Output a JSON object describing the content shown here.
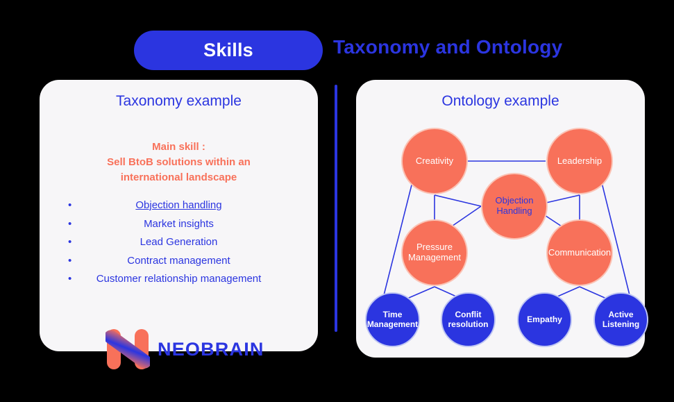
{
  "header": {
    "pill_label": "Skills",
    "title": "Taxonomy and Ontology"
  },
  "colors": {
    "blue": "#2B35E0",
    "salmon": "#F8715A",
    "salmon_ring": "#FBC3B5",
    "blue_ring": "#BFC6F3",
    "panel_bg": "#F7F6F8",
    "page_bg": "#000000",
    "white": "#FFFFFF"
  },
  "left_panel": {
    "title": "Taxonomy example",
    "main_skill_label": "Main skill :",
    "main_skill_line1": "Sell BtoB solutions within an",
    "main_skill_line2": "international landscape",
    "skills": [
      {
        "label": "Objection handling",
        "underlined": true
      },
      {
        "label": "Market insights",
        "underlined": false
      },
      {
        "label": "Lead Generation",
        "underlined": false
      },
      {
        "label": "Contract management",
        "underlined": false
      },
      {
        "label": "Customer relationship management",
        "underlined": false
      }
    ]
  },
  "logo": {
    "wordmark": "NEOBRAIN",
    "mark_name": "neobrain-n-mark"
  },
  "right_panel": {
    "title": "Ontology example",
    "nodes": {
      "creativity": {
        "label": "Creativity"
      },
      "leadership": {
        "label": "Leadership"
      },
      "objection_handling": {
        "line1": "Objection",
        "line2": "Handling"
      },
      "pressure_management": {
        "line1": "Pressure",
        "line2": "Management"
      },
      "communication": {
        "label": "Communication"
      },
      "time_management": {
        "line1": "Time",
        "line2": "Management"
      },
      "conflit_resolution": {
        "line1": "Conflit",
        "line2": "resolution"
      },
      "empathy": {
        "label": "Empathy"
      },
      "active_listening": {
        "line1": "Active",
        "line2": "Listening"
      }
    }
  }
}
